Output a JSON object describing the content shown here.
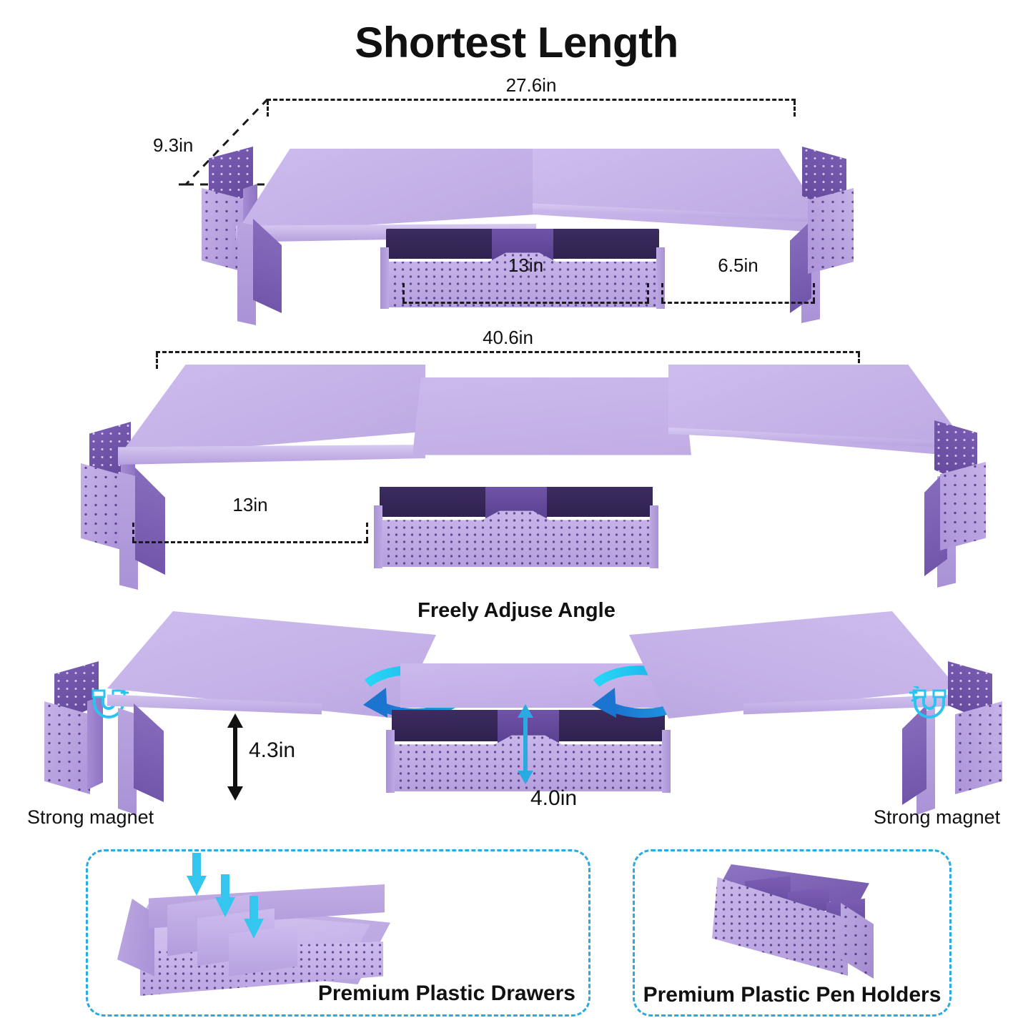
{
  "page": {
    "title": "Shortest Length",
    "background": "#ffffff",
    "accent_cyan": "#29ABE2",
    "product_purple": "#c3b0e6"
  },
  "diagram_shortest": {
    "name": "Shortest Length configuration",
    "width_label": "27.6in",
    "depth_label": "9.3in",
    "center_width_label": "13in",
    "wing_width_label": "6.5in"
  },
  "diagram_longest": {
    "name": "Longest Length configuration",
    "width_label": "40.6in",
    "center_width_label": "13in"
  },
  "diagram_angle": {
    "heading": "Freely Adjuse Angle",
    "shelf_height_label": "4.3in",
    "drawer_height_label": "4.0in",
    "magnet_left_label": "Strong magnet",
    "magnet_right_label": "Strong magnet"
  },
  "features": [
    {
      "caption": "Premium Plastic Drawers",
      "icon": "drawer-organizer-icon"
    },
    {
      "caption": "Premium Plastic Pen Holders",
      "icon": "pen-holder-icon"
    }
  ]
}
